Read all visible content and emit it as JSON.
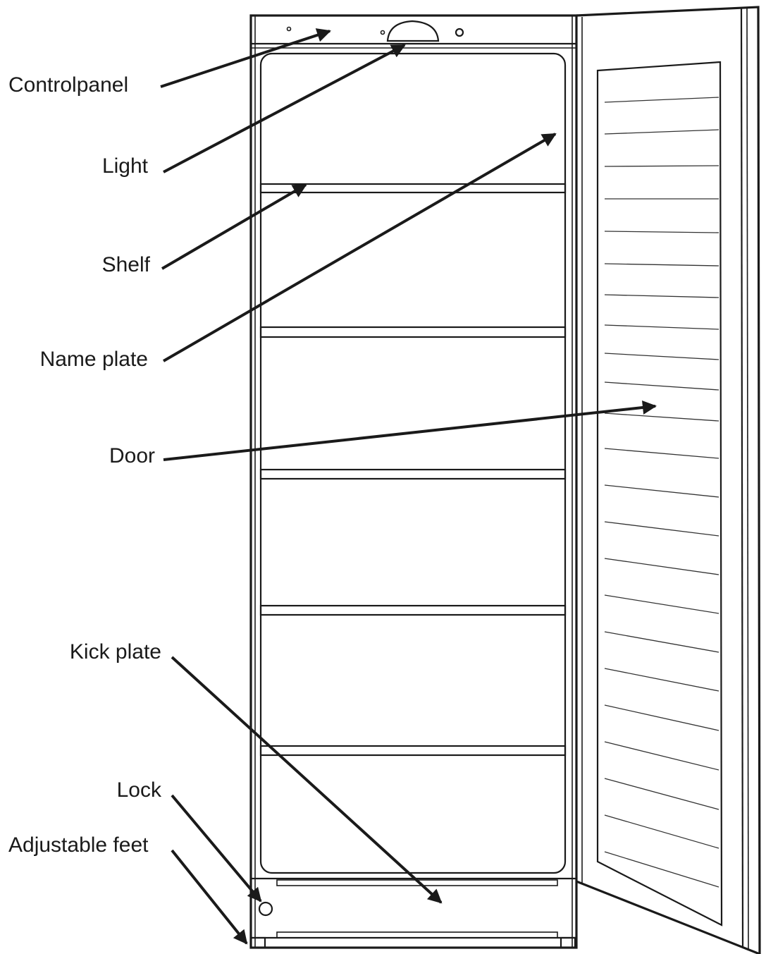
{
  "labels": {
    "controlpanel": "Controlpanel",
    "light": "Light",
    "shelf": "Shelf",
    "name_plate": "Name plate",
    "door": "Door",
    "kick_plate": "Kick plate",
    "lock": "Lock",
    "adjustable_feet": "Adjustable feet"
  },
  "colors": {
    "line": "#1a1a1a",
    "background": "#ffffff"
  }
}
